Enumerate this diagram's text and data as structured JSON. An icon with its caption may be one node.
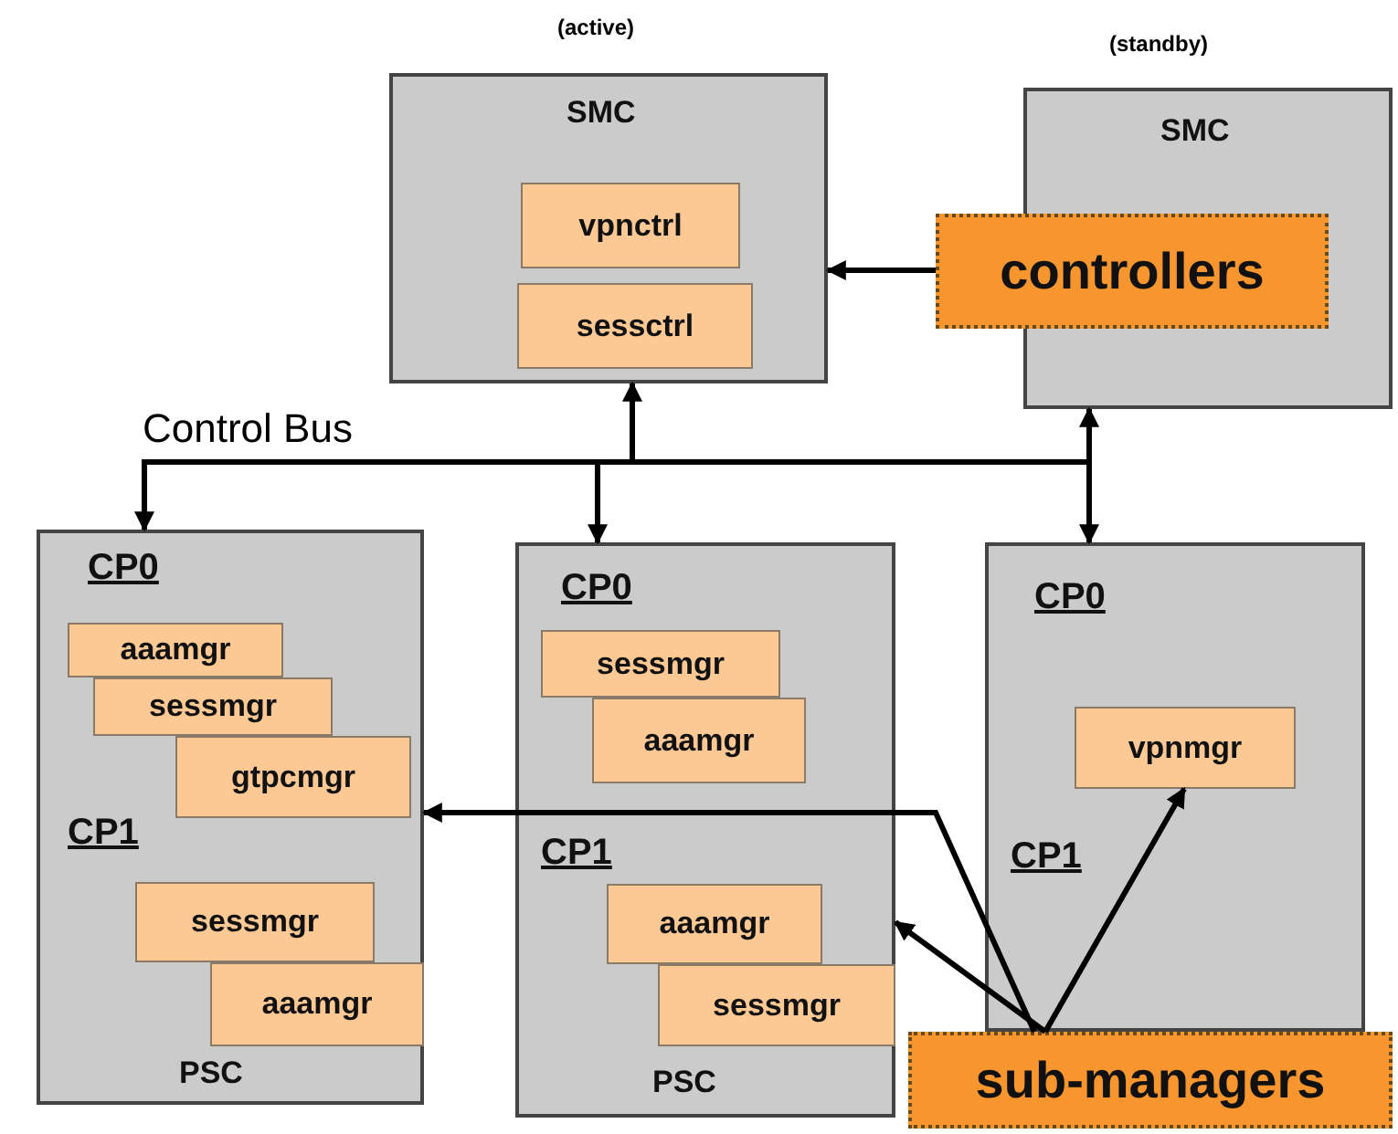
{
  "diagram": {
    "nodes": [
      {
        "text": [
          "SMC"
        ],
        "beside": [
          "(active)"
        ]
      },
      {
        "text": [
          "vpnctrl"
        ],
        "in": 0
      },
      {
        "text": [
          "sessctrl"
        ],
        "in": 0
      },
      {
        "text": [
          "SMC"
        ],
        "beside": [
          "(standby)"
        ]
      },
      {
        "text": [
          "controllers"
        ]
      },
      {
        "text": [
          "CP0",
          "CP1",
          "PSC"
        ]
      },
      {
        "text": [
          "aaamgr"
        ],
        "in": 5
      },
      {
        "text": [
          "sessmgr"
        ],
        "in": 5
      },
      {
        "text": [
          "gtpcmgr"
        ],
        "in": 5
      },
      {
        "text": [
          "sessmgr"
        ],
        "in": 5
      },
      {
        "text": [
          "aaamgr"
        ],
        "in": 5
      },
      {
        "text": [
          "CP0",
          "CP1",
          "PSC"
        ]
      },
      {
        "text": [
          "sessmgr"
        ],
        "in": 11
      },
      {
        "text": [
          "aaamgr"
        ],
        "in": 11
      },
      {
        "text": [
          "aaamgr"
        ],
        "in": 11
      },
      {
        "text": [
          "sessmgr"
        ],
        "in": 11
      },
      {
        "text": [
          "CP0",
          "CP1"
        ]
      },
      {
        "text": [
          "vpnmgr"
        ],
        "in": 16
      },
      {
        "text": [
          "sub-managers"
        ]
      }
    ],
    "edges": [
      {
        "from": 4,
        "to": 0,
        "arrow": "to"
      },
      {
        "from": 3,
        "to": 16,
        "arrow": "both"
      },
      {
        "from": 3,
        "to": 0,
        "arrow": "to"
      },
      {
        "from": 3,
        "to": 5,
        "arrow": "to"
      },
      {
        "from": 3,
        "to": 11,
        "arrow": "to"
      },
      {
        "from": 18,
        "to": 5,
        "arrow": "to"
      },
      {
        "from": 18,
        "to": 11,
        "arrow": "to"
      },
      {
        "from": 18,
        "to": 17,
        "arrow": "to"
      }
    ],
    "labels": [
      "Control Bus"
    ]
  }
}
